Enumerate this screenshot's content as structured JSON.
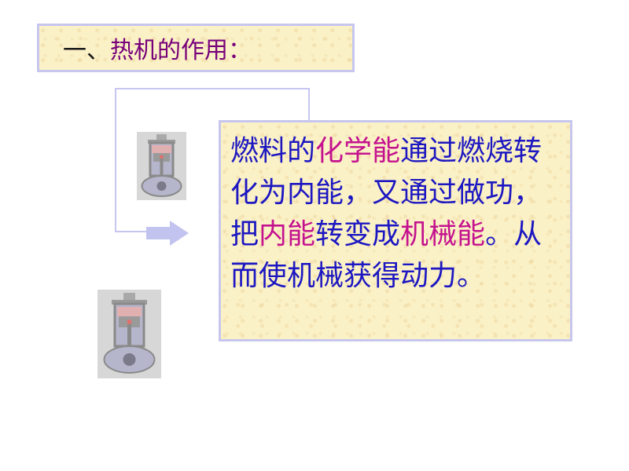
{
  "title": {
    "prefix": "一、",
    "text": "热机的作用："
  },
  "paragraph": [
    {
      "text": "燃料的",
      "highlight": false
    },
    {
      "text": "化学能",
      "highlight": true
    },
    {
      "text": "通过燃烧转化为内能，又通过做功，把",
      "highlight": false
    },
    {
      "text": "内能",
      "highlight": true
    },
    {
      "text": "转变成",
      "highlight": false
    },
    {
      "text": "机械能",
      "highlight": true
    },
    {
      "text": "。从而使机械获得动力。",
      "highlight": false
    }
  ],
  "colors": {
    "title_text": "#77007a",
    "body_text": "#1c17c2",
    "highlight_text": "#c4128f",
    "box_border": "#c6c6ef",
    "box_fill": "#fbf1c6",
    "arrow": "#c3c3f0"
  },
  "icons": [
    "engine-cylinder-icon",
    "engine-cylinder-icon",
    "right-arrow-icon"
  ]
}
